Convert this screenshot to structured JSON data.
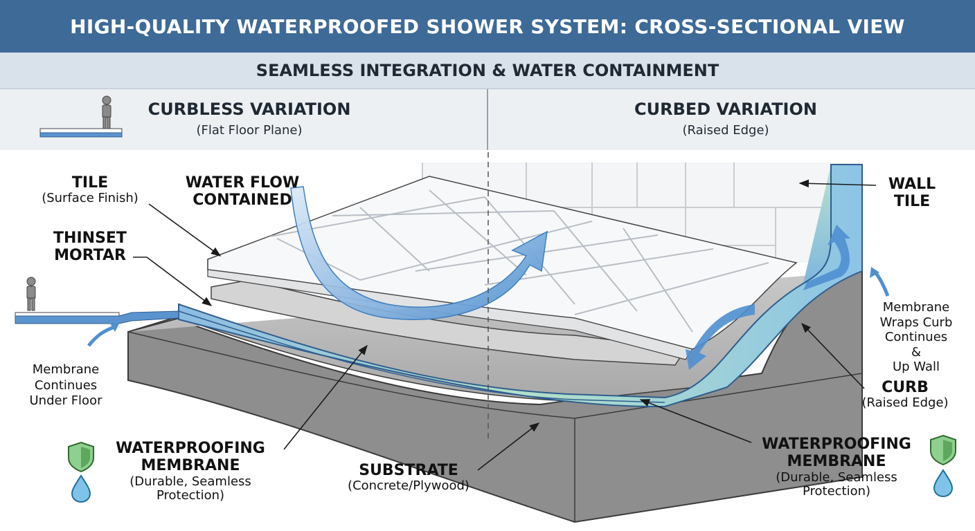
{
  "header": {
    "title": "HIGH-QUALITY WATERPROOFED SHOWER SYSTEM: CROSS-SECTIONAL VIEW",
    "subtitle": "SEAMLESS INTEGRATION & WATER CONTAINMENT"
  },
  "variations": {
    "left": {
      "title": "CURBLESS VARIATION",
      "subtitle": "(Flat Floor Plane)",
      "icon": "person-icon"
    },
    "right": {
      "title": "CURBED VARIATION",
      "subtitle": "(Raised Edge)"
    }
  },
  "labels": {
    "tile": {
      "title": "TILE",
      "sub": "(Surface Finish)"
    },
    "water_flow": {
      "line1": "WATER FLOW",
      "line2": "CONTAINED"
    },
    "thinset": {
      "line1": "THINSET",
      "line2": "MORTAR"
    },
    "membrane_under_floor": {
      "line1": "Membrane",
      "line2": "Continues",
      "line3": "Under Floor"
    },
    "membrane_left": {
      "line1": "WATERPROOFING",
      "line2": "MEMBRANE",
      "sub1": "(Durable, Seamless",
      "sub2": "Protection)",
      "icons": [
        "shield-icon",
        "water-drop-icon"
      ]
    },
    "substrate": {
      "title": "SUBSTRATE",
      "sub": "(Concrete/Plywood)"
    },
    "wall_tile": {
      "line1": "WALL",
      "line2": "TILE"
    },
    "membrane_wraps": {
      "line1": "Membrane",
      "line2": "Wraps Curb",
      "line3": "Continues",
      "line4": "&",
      "line5": "Up Wall"
    },
    "curb": {
      "title": "CURB",
      "sub": "(Raised Edge)"
    },
    "membrane_right": {
      "line1": "WATERPROOFING",
      "line2": "MEMBRANE",
      "sub1": "(Durable, Seamless",
      "sub2": "Protection)",
      "icons": [
        "shield-icon",
        "water-drop-icon"
      ]
    }
  },
  "colors": {
    "header_bg": "#3d6a97",
    "subheader_bg": "#d9e1ea",
    "membrane": "#6fa6d6",
    "membrane_green": "#a9dcc0",
    "substrate": "#8e8e8e",
    "shield": "#7fbf7f"
  }
}
